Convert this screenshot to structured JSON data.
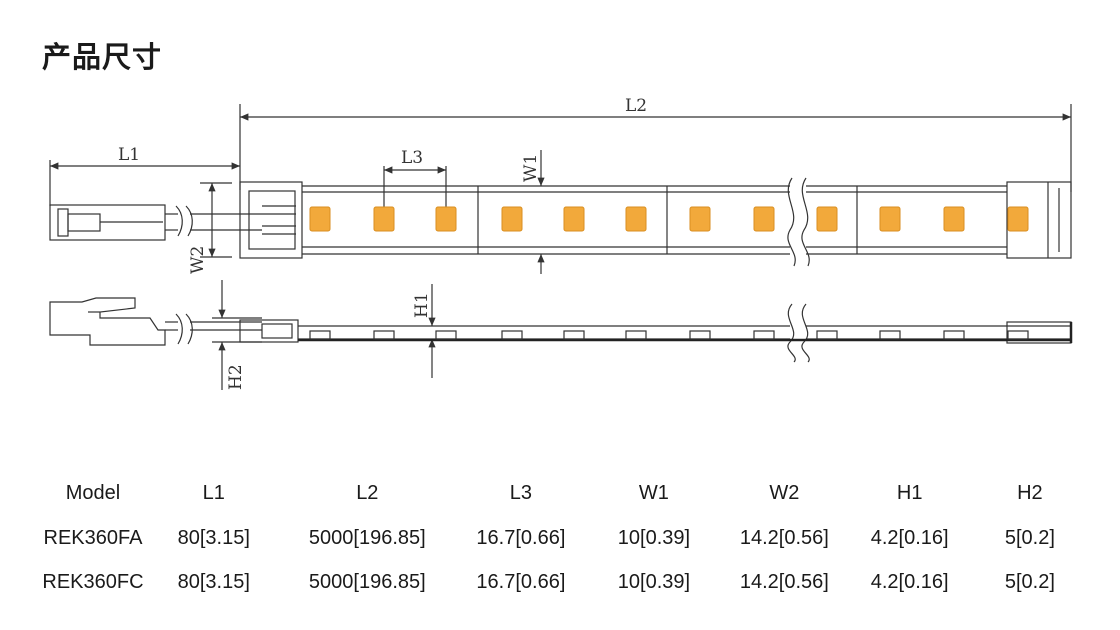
{
  "page": {
    "title": "产品尺寸"
  },
  "diagram": {
    "labels": {
      "L1": "L1",
      "L2": "L2",
      "L3": "L3",
      "W1": "W1",
      "W2": "W2",
      "H1": "H1",
      "H2": "H2"
    },
    "colors": {
      "line": "#333333",
      "led": "#f2a93b",
      "led_dark": "#d98e20"
    }
  },
  "table": {
    "headers": [
      "Model",
      "L1",
      "L2",
      "L3",
      "W1",
      "W2",
      "H1",
      "H2"
    ],
    "rows": [
      [
        "REK360FA",
        "80[3.15]",
        "5000[196.85]",
        "16.7[0.66]",
        "10[0.39]",
        "14.2[0.56]",
        "4.2[0.16]",
        "5[0.2]"
      ],
      [
        "REK360FC",
        "80[3.15]",
        "5000[196.85]",
        "16.7[0.66]",
        "10[0.39]",
        "14.2[0.56]",
        "4.2[0.16]",
        "5[0.2]"
      ]
    ]
  }
}
